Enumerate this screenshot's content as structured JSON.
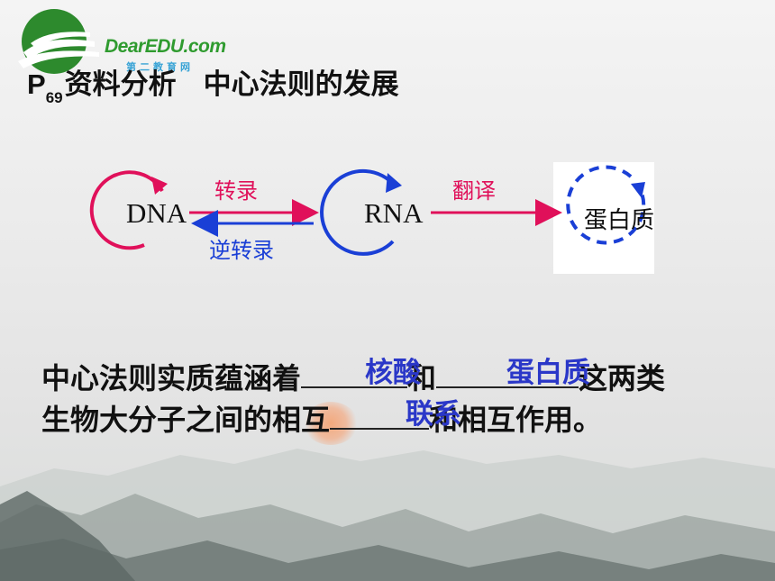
{
  "logo": {
    "brand": "DearEDU.com",
    "subtitle": "第二教育网"
  },
  "title": {
    "prefix": "P",
    "page_number": "69",
    "text1": "资料分析",
    "text2": "中心法则的发展"
  },
  "diagram": {
    "node_dna": "DNA",
    "node_rna": "RNA",
    "node_protein": "蛋白质",
    "arrow_transcription": "转录",
    "arrow_translation": "翻译",
    "arrow_reverse_transcription": "逆转录",
    "colors": {
      "pink": "#e0105a",
      "blue": "#1a3fd6"
    }
  },
  "paragraph": {
    "line1_part1": "中心法则实质蕴涵着",
    "line1_part2": "和",
    "line1_part3": "这两类",
    "line2_part1": "生物大分子之间的相互",
    "line2_part2": "和相互作用。",
    "answer1": "核酸",
    "answer2": "蛋白质",
    "answer3": "联系"
  }
}
